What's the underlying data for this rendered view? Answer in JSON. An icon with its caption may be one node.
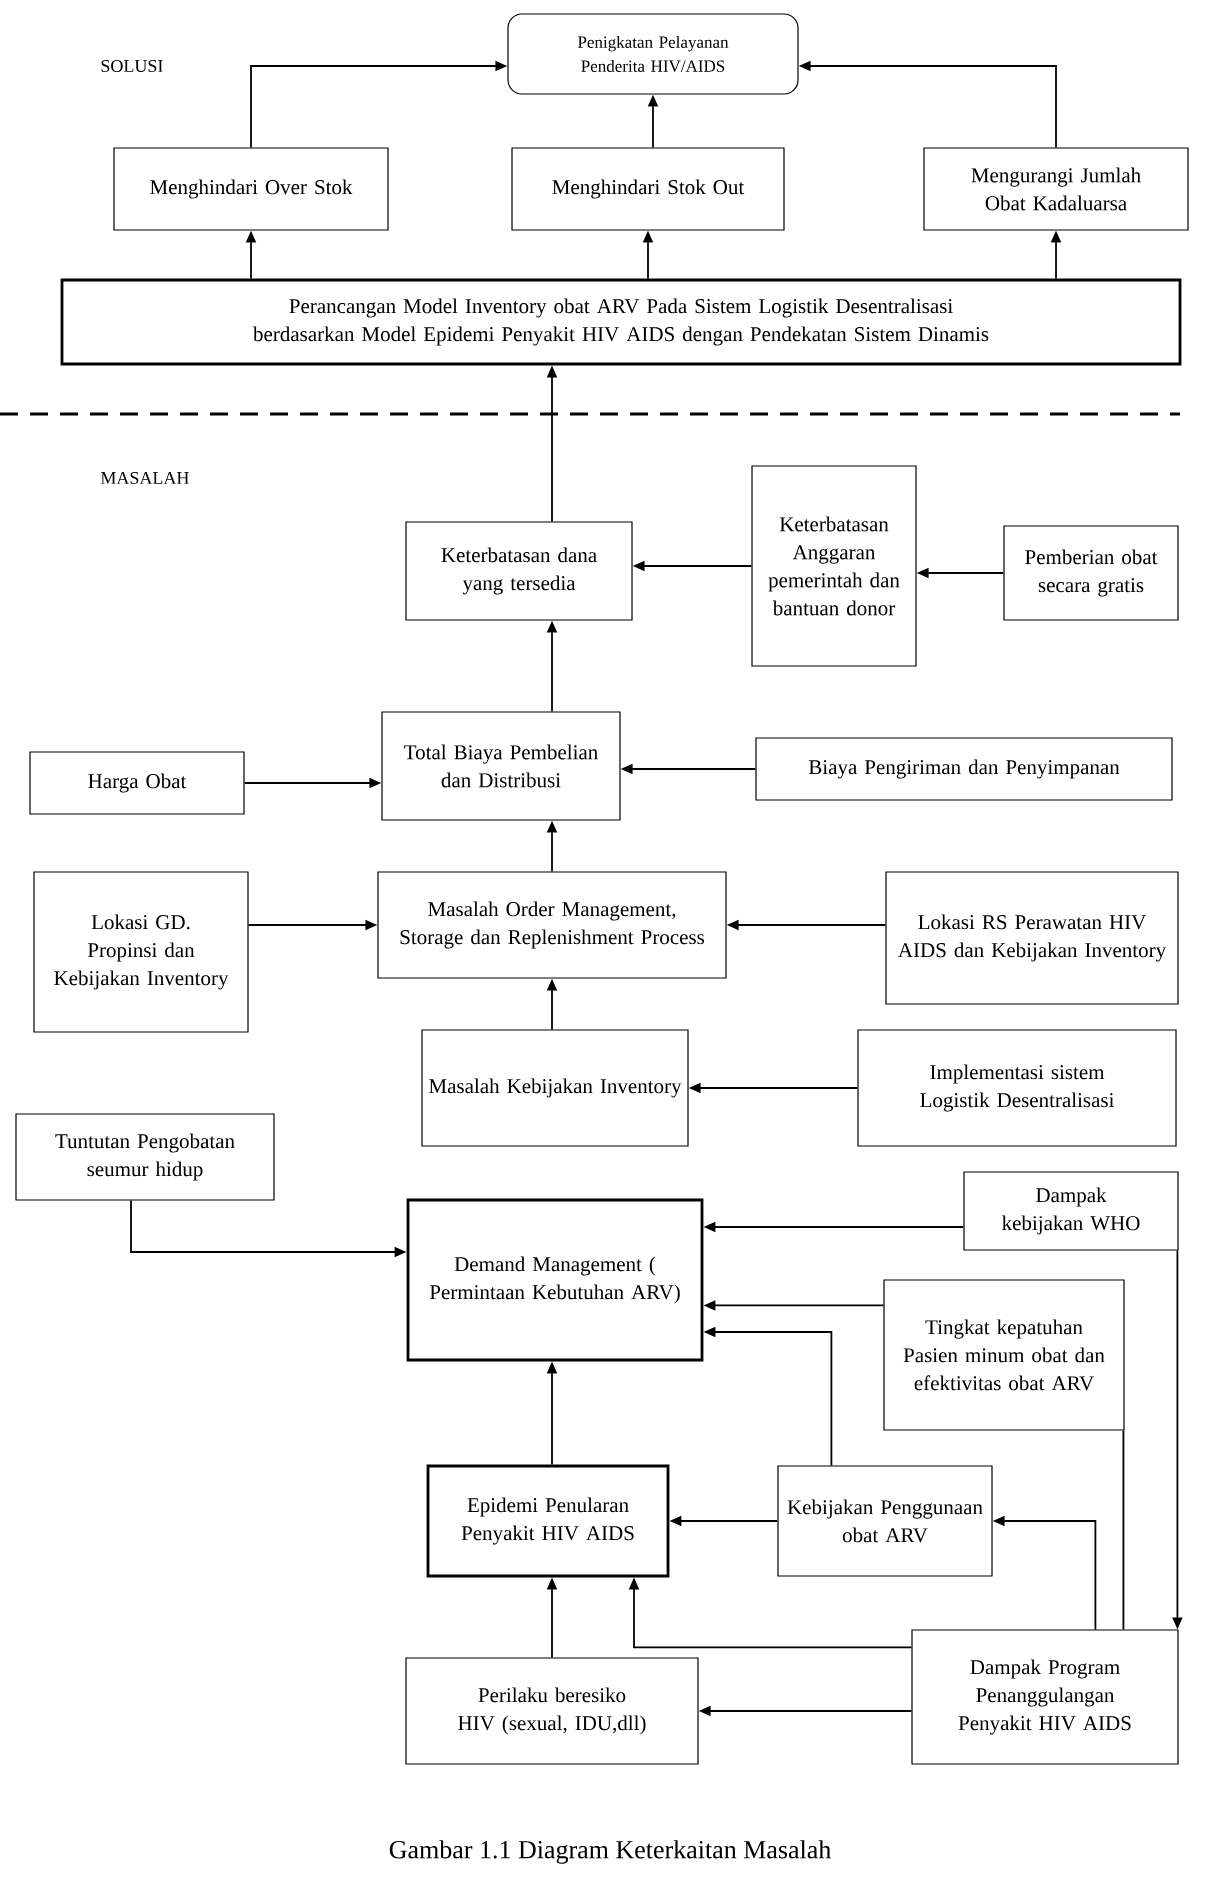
{
  "diagram": {
    "caption": "Gambar 1.1 Diagram Keterkaitan Masalah",
    "nodes": [
      {
        "text": [
          "Penigkatan Pelayanan Penderita HIV/AIDS"
        ]
      },
      {
        "text": [
          "Menghindari Over Stok"
        ]
      },
      {
        "text": [
          "Menghindari Stok Out"
        ]
      },
      {
        "text": [
          "Mengurangi Jumlah Obat Kadaluarsa"
        ]
      },
      {
        "text": [
          "Perancangan Model Inventory obat ARV Pada Sistem Logistik Desentralisasi berdasarkan Model Epidemi Penyakit HIV AIDS dengan Pendekatan Sistem Dinamis"
        ]
      },
      {
        "text": [
          "Keterbatasan dana yang tersedia"
        ]
      },
      {
        "text": [
          "Keterbatasan Anggaran pemerintah dan bantuan donor"
        ]
      },
      {
        "text": [
          "Pemberian obat secara gratis"
        ]
      },
      {
        "text": [
          "Harga Obat"
        ]
      },
      {
        "text": [
          "Total Biaya Pembelian dan Distribusi"
        ]
      },
      {
        "text": [
          "Biaya Pengiriman dan Penyimpanan"
        ]
      },
      {
        "text": [
          "Lokasi GD. Propinsi dan Kebijakan Inventory"
        ]
      },
      {
        "text": [
          "Masalah  Order Management, Storage dan Replenishment Process"
        ]
      },
      {
        "text": [
          "Lokasi RS Perawatan HIV AIDS dan Kebijakan Inventory"
        ]
      },
      {
        "text": [
          "Masalah Kebijakan Inventory"
        ]
      },
      {
        "text": [
          "Implementasi sistem Logistik Desentralisasi"
        ]
      },
      {
        "text": [
          "Tuntutan Pengobatan seumur hidup"
        ]
      },
      {
        "text": [
          "Dampak kebijakan WHO"
        ]
      },
      {
        "text": [
          "Demand Management ( Permintaan Kebutuhan ARV)"
        ]
      },
      {
        "text": [
          "Tingkat kepatuhan Pasien minum obat dan efektivitas obat ARV"
        ]
      },
      {
        "text": [
          "Epidemi Penularan Penyakit HIV AIDS"
        ]
      },
      {
        "text": [
          "Kebijakan Penggunaan obat ARV"
        ]
      },
      {
        "text": [
          "Perilaku beresiko HIV (sexual, IDU,dll)"
        ]
      },
      {
        "text": [
          "Dampak Program Penanggulangan Penyakit HIV AIDS"
        ]
      }
    ],
    "edges": [
      {
        "from": 1,
        "to": 0,
        "arrow": "to"
      },
      {
        "from": 2,
        "to": 0,
        "arrow": "to"
      },
      {
        "from": 3,
        "to": 0,
        "arrow": "to"
      },
      {
        "from": 4,
        "to": 1,
        "arrow": "to"
      },
      {
        "from": 4,
        "to": 2,
        "arrow": "to"
      },
      {
        "from": 4,
        "to": 3,
        "arrow": "to"
      },
      {
        "from": 5,
        "to": 4,
        "arrow": "to"
      },
      {
        "from": 6,
        "to": 5,
        "arrow": "to"
      },
      {
        "from": 7,
        "to": 6,
        "arrow": "to"
      },
      {
        "from": 8,
        "to": 9,
        "arrow": "to"
      },
      {
        "from": 10,
        "to": 9,
        "arrow": "to"
      },
      {
        "from": 9,
        "to": 5,
        "arrow": "to"
      },
      {
        "from": 11,
        "to": 12,
        "arrow": "to"
      },
      {
        "from": 13,
        "to": 12,
        "arrow": "to"
      },
      {
        "from": 12,
        "to": 9,
        "arrow": "to"
      },
      {
        "from": 15,
        "to": 14,
        "arrow": "to"
      },
      {
        "from": 14,
        "to": 12,
        "arrow": "to"
      },
      {
        "from": 16,
        "to": 18,
        "arrow": "to"
      },
      {
        "from": 17,
        "to": 18,
        "arrow": "to"
      },
      {
        "from": 19,
        "to": 18,
        "arrow": "to"
      },
      {
        "from": 21,
        "to": 18,
        "arrow": "to"
      },
      {
        "from": 20,
        "to": 18,
        "arrow": "to"
      },
      {
        "from": 21,
        "to": 20,
        "arrow": "to"
      },
      {
        "from": 23,
        "to": 21,
        "arrow": "to"
      },
      {
        "from": 23,
        "to": 20,
        "arrow": "to"
      },
      {
        "from": 23,
        "to": 22,
        "arrow": "to"
      },
      {
        "from": 17,
        "to": 23,
        "arrow": "to"
      },
      {
        "from": 19,
        "to": 23,
        "arrow": "none"
      },
      {
        "from": 22,
        "to": 20,
        "arrow": "to"
      }
    ],
    "labels": [
      "SOLUSI",
      "MASALAH"
    ]
  }
}
